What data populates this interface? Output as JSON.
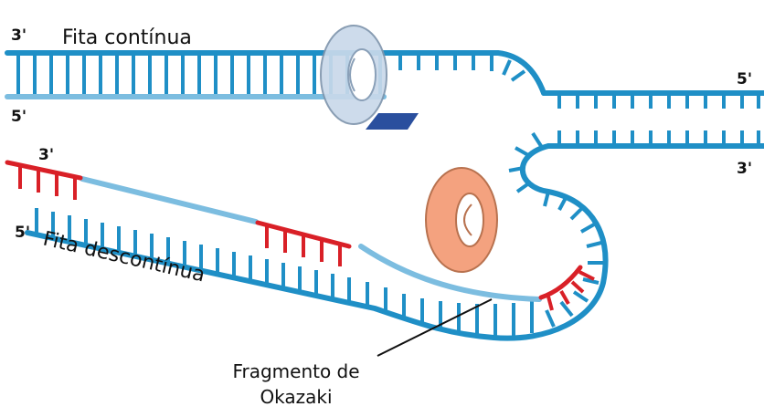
{
  "labels": {
    "continuous_strand": "Fita contínua",
    "lagging_strand": "Fita descontínua",
    "okazaki_line1": "Fragmento de",
    "okazaki_line2": "Okazaki"
  },
  "ends": {
    "top_left_3": "3'",
    "top_left_5": "5'",
    "right_5": "5'",
    "right_3": "3'",
    "lag_3": "3'",
    "lag_5": "5'"
  },
  "colors": {
    "dna_dark": "#1f8fc6",
    "dna_light": "#7cbde0",
    "primer": "#d92027",
    "clamp_blue": "#c9d9ea",
    "clamp_orange": "#f4a27f",
    "enzyme_dark": "#2a4f9e",
    "leader_line": "#111111"
  }
}
